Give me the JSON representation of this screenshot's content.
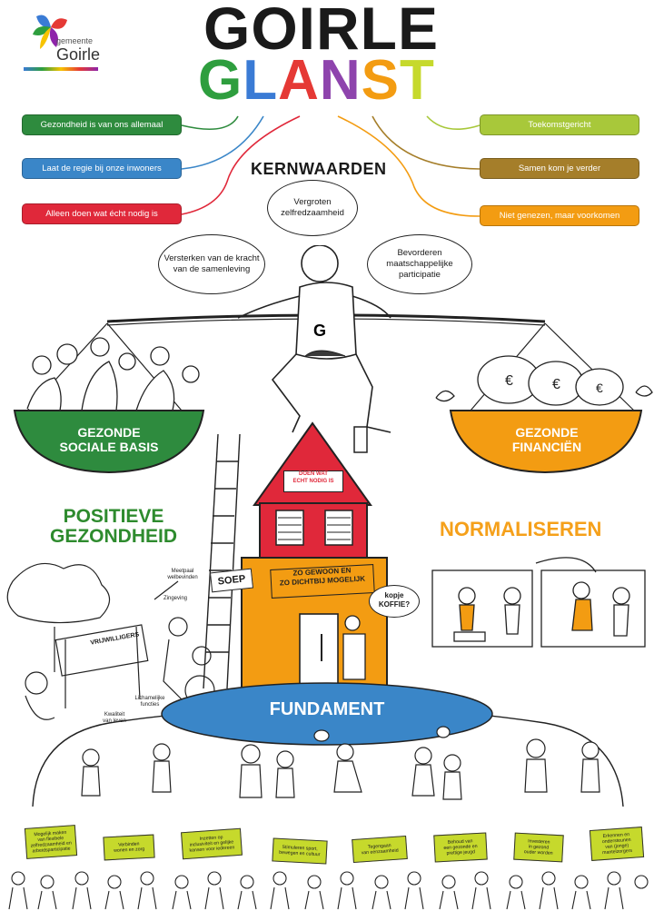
{
  "logo": {
    "small": "gemeente",
    "name": "Goirle"
  },
  "title": {
    "line1": "GOIRLE",
    "line2_letters": [
      "G",
      "L",
      "A",
      "N",
      "S",
      "T"
    ],
    "line2_colors": [
      "#2e9e3e",
      "#3a7bd5",
      "#e53935",
      "#8e44ad",
      "#f39c12",
      "#c6d92c"
    ]
  },
  "kernwaarden": "KERNWAARDEN",
  "values_left": [
    {
      "label": "Gezondheid is van ons allemaal",
      "color": "#2e8b3e"
    },
    {
      "label": "Laat de regie bij onze inwoners",
      "color": "#3a86c8"
    },
    {
      "label": "Alleen doen wat écht nodig is",
      "color": "#e0283a"
    }
  ],
  "values_right": [
    {
      "label": "Toekomstgericht",
      "color": "#a8c83a"
    },
    {
      "label": "Samen kom je verder",
      "color": "#a57e2a"
    },
    {
      "label": "Niet genezen, maar voorkomen",
      "color": "#f39c12"
    }
  ],
  "bubbles": {
    "top": "Vergroten zelfredzaamheid",
    "left": "Versterken van de kracht van de samenleving",
    "right": "Bevorderen maatschappelijke participatie"
  },
  "person_letter": "G",
  "bowl_left": [
    "GEZONDE",
    "SOCIALE BASIS"
  ],
  "bowl_right": [
    "GEZONDE",
    "FINANCIËN"
  ],
  "roof_sign": [
    "DOEN WAT",
    "ECHT NODIG IS"
  ],
  "house_sign": [
    "ZO GEWOON EN",
    "ZO DICHTBIJ MOGELIJK"
  ],
  "koffie": [
    "kopje",
    "KOFFIE?"
  ],
  "soep": "SOEP",
  "positieve": [
    "POSITIEVE",
    "GEZONDHEID"
  ],
  "normaliseren": "NORMALISEREN",
  "fundament": "FUNDAMENT",
  "vrijwilligers_sign": "VRIJWILLIGERS",
  "small_labels": {
    "meetpaal": [
      "Meetpaal",
      "welbevinden"
    ],
    "zingeving": "Zingeving",
    "lichamelijk": [
      "Lichamelijke",
      "functies"
    ],
    "kwaliteit": [
      "Kwaliteit",
      "van leven"
    ]
  },
  "banners": [
    [
      "Mogelijk maken",
      "van flexibele",
      "zelfredzaamheid en",
      "arbeidsparticipatie"
    ],
    [
      "Verbinden",
      "wonen en zorg"
    ],
    [
      "Inzetten op",
      "inclusiviteit en gelijke",
      "kansen voor iedereen"
    ],
    [
      "Stimuleren sport,",
      "bewegen en cultuur"
    ],
    [
      "Tegengaan",
      "van eenzaamheid"
    ],
    [
      "Behoud van",
      "een gezonde en",
      "prettige jeugd"
    ],
    [
      "Investeren",
      "in gezond",
      "ouder worden"
    ],
    [
      "Erkennen en",
      "ondersteunen",
      "van (jonge)",
      "mantelzorgers"
    ]
  ]
}
